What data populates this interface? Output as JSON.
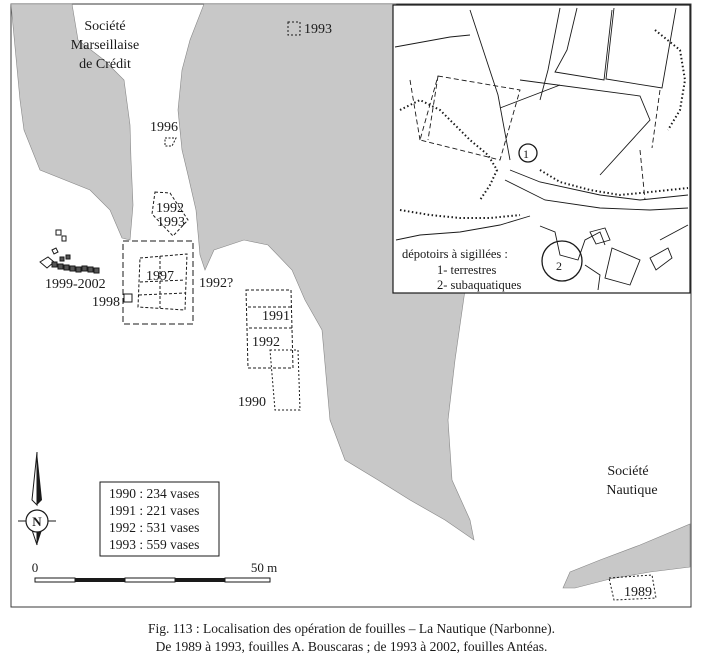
{
  "places": {
    "smc": [
      "Société",
      "Marseillaise",
      "de Crédit"
    ],
    "nautique": [
      "Société",
      "Nautique"
    ]
  },
  "years": {
    "y1993_top": "1993",
    "y1996": "1996",
    "y1992_a": "1992",
    "y1993_b": "1993",
    "y1997": "1997",
    "y1992q": "1992?",
    "y1999_2002": "1999-2002",
    "y1998": "1998",
    "y1991": "1991",
    "y1992_c": "1992",
    "y1990": "1990",
    "y1989": "1989"
  },
  "legend_box": {
    "rows": [
      "1990 : 234 vases",
      "1991 : 221 vases",
      "1992 : 531 vases",
      "1993 : 559 vases"
    ]
  },
  "scale": {
    "start": "0",
    "end": "50 m"
  },
  "compass": {
    "letter": "N"
  },
  "inset": {
    "markers": [
      "1",
      "2"
    ],
    "legend_title": "dépotoirs à sigillées :",
    "legend_items": [
      "1- terrestres",
      "2- subaquatiques"
    ]
  },
  "caption": {
    "line1": "Fig. 113 : Localisation des opération de fouilles – La Nautique (Narbonne).",
    "line2": "De 1989 à 1993, fouilles A. Bouscaras ; de 1993 à 2002, fouilles Antéas."
  },
  "colors": {
    "water": "#c8c8c8",
    "ink": "#1a1a1a",
    "frame": "#3a3a3a"
  }
}
